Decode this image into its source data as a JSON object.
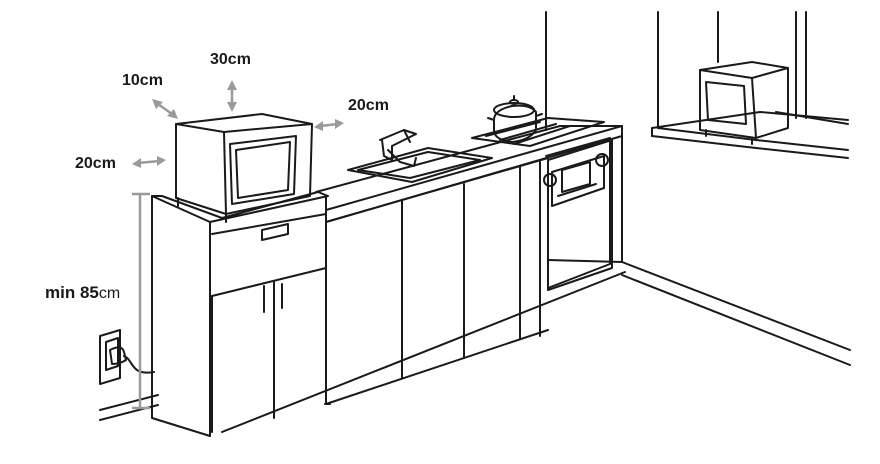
{
  "clearances": {
    "top": "30cm",
    "back": "10cm",
    "right_side": "20cm",
    "left_side": "20cm"
  },
  "height": {
    "prefix": "min 85",
    "unit": "cm"
  },
  "colors": {
    "line": "#1a1a1a",
    "arrow": "#9a9a9a",
    "background": "#ffffff"
  }
}
